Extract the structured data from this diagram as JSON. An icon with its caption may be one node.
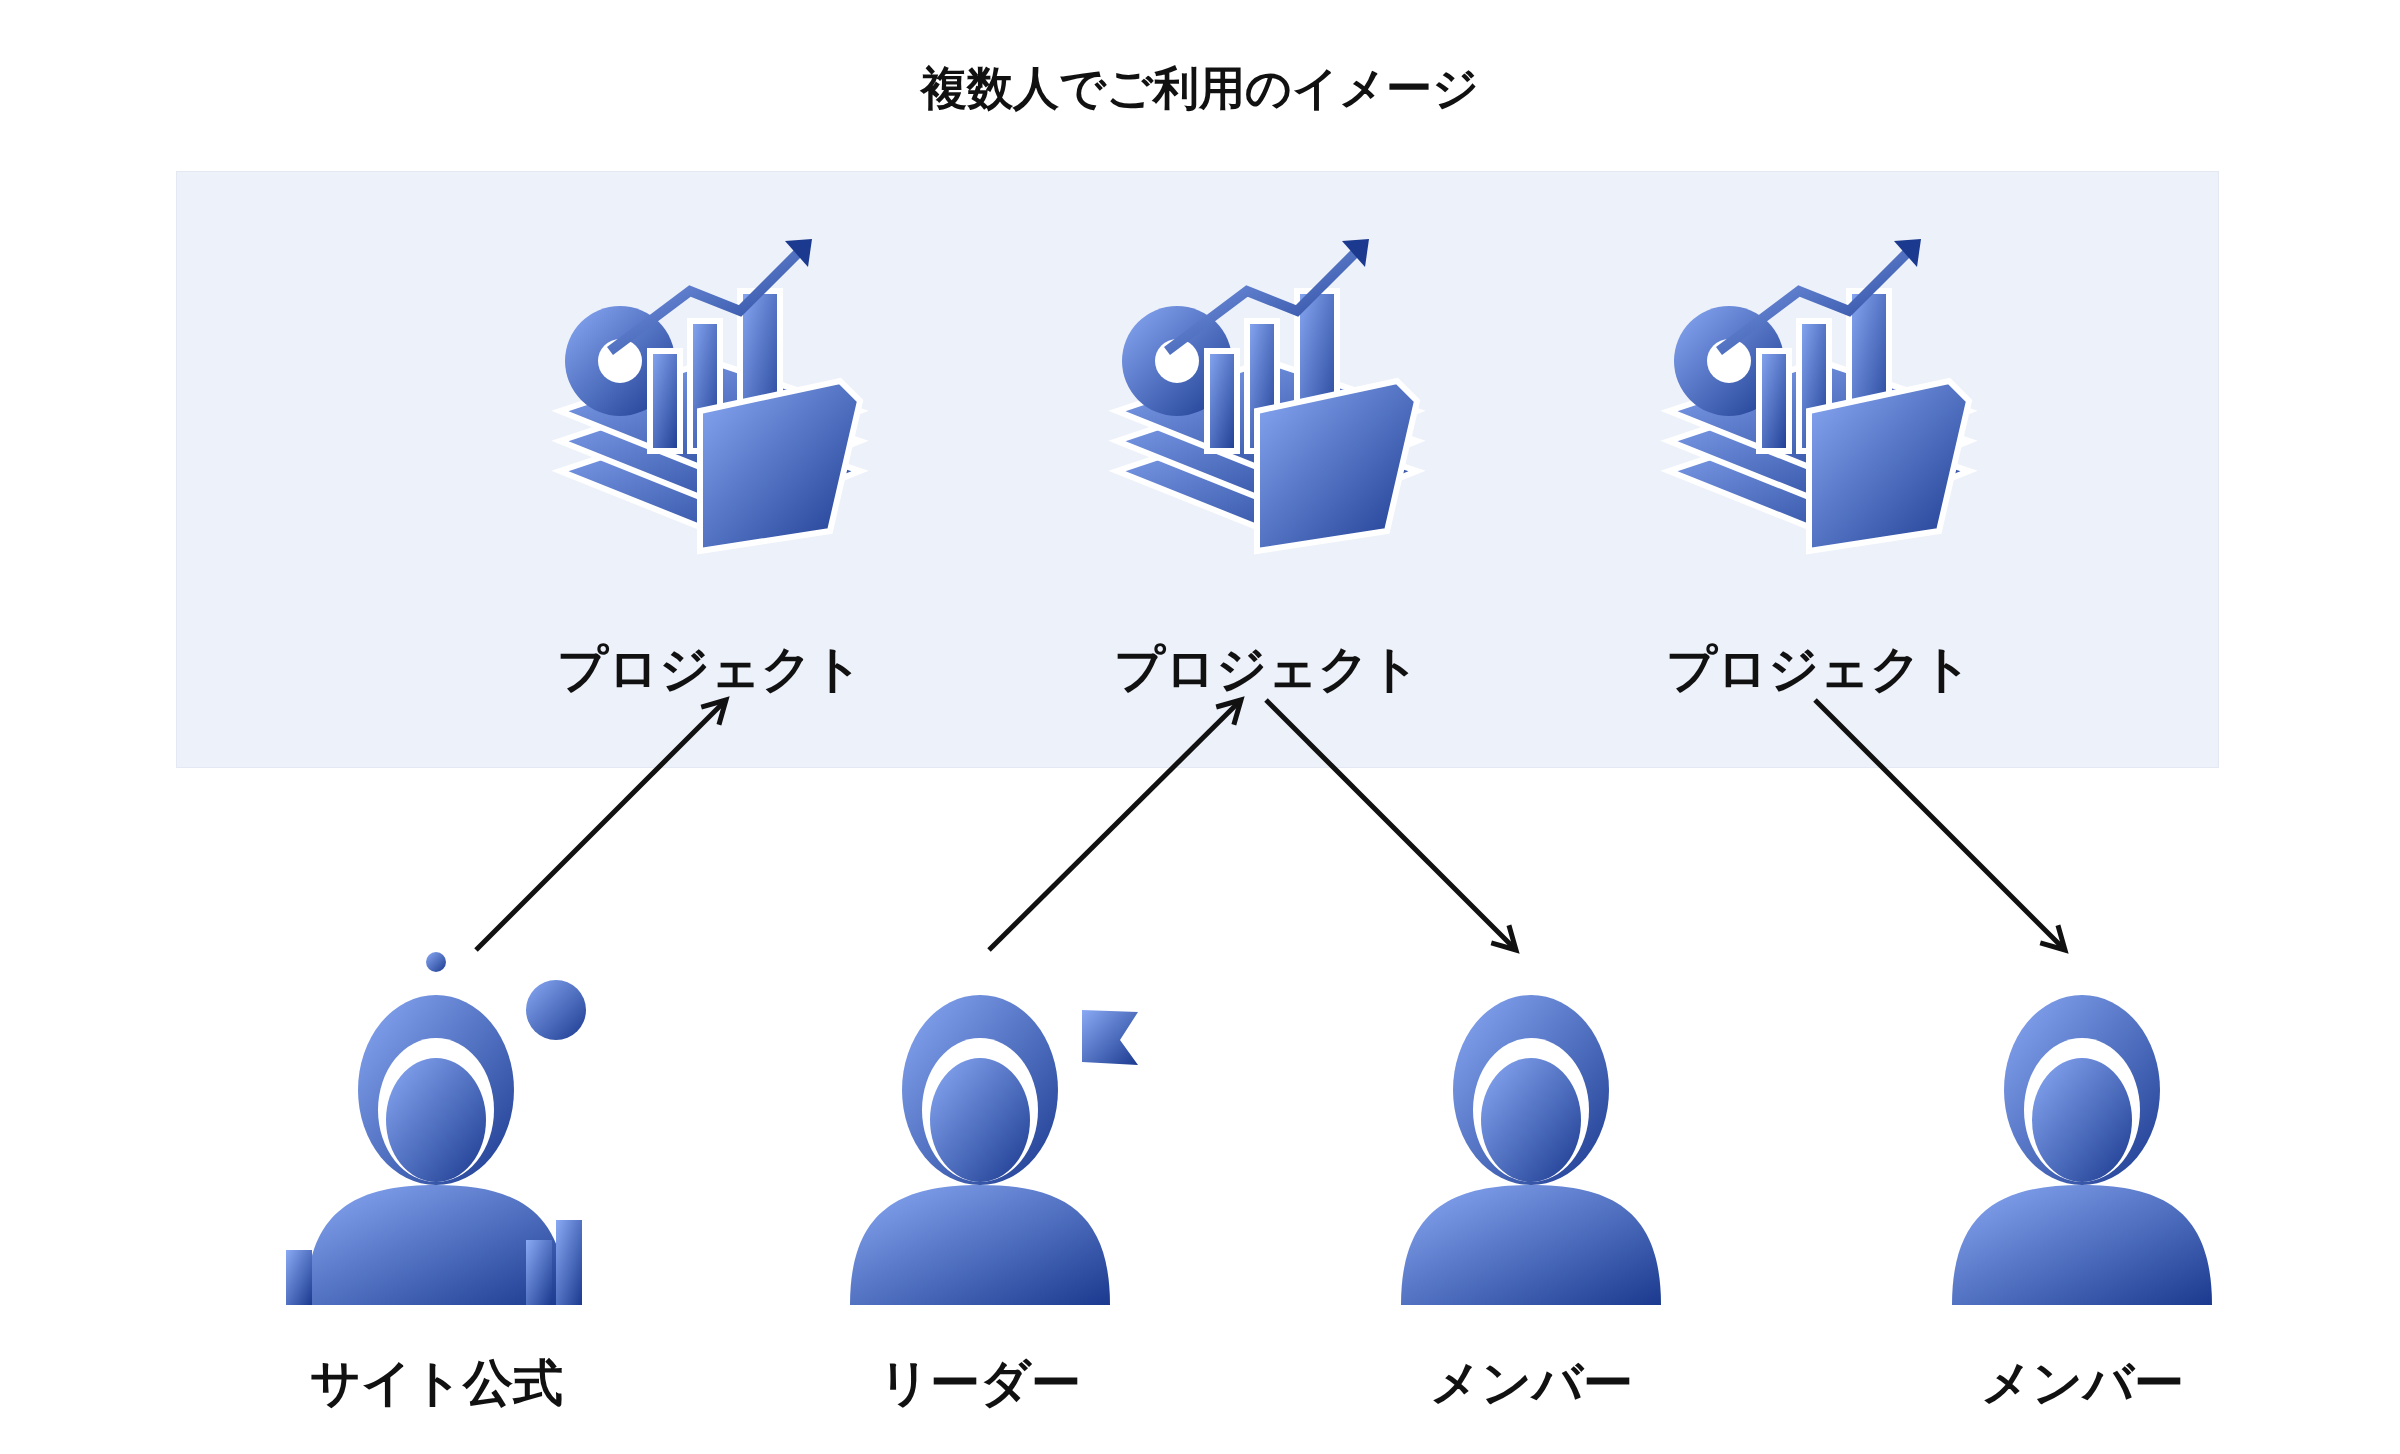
{
  "diagram": {
    "title": "複数人でご利用のイメージ",
    "nodes": [
      {
        "text": [],
        "shape": "box"
      },
      {
        "text": [
          "プロジェクト"
        ],
        "in": 0
      },
      {
        "text": [
          "プロジェクト"
        ],
        "in": 0
      },
      {
        "text": [
          "プロジェクト"
        ],
        "in": 0
      },
      {
        "text": [
          "サイト公式"
        ]
      },
      {
        "text": [
          "リーダー"
        ]
      },
      {
        "text": [
          "メンバー"
        ]
      },
      {
        "text": [
          "メンバー"
        ]
      }
    ],
    "edges": [
      {
        "from": 4,
        "to": 1,
        "arrow": "to"
      },
      {
        "from": 5,
        "to": 2,
        "arrow": "to"
      },
      {
        "from": 2,
        "to": 6,
        "arrow": "to"
      },
      {
        "from": 3,
        "to": 7,
        "arrow": "to"
      }
    ]
  }
}
